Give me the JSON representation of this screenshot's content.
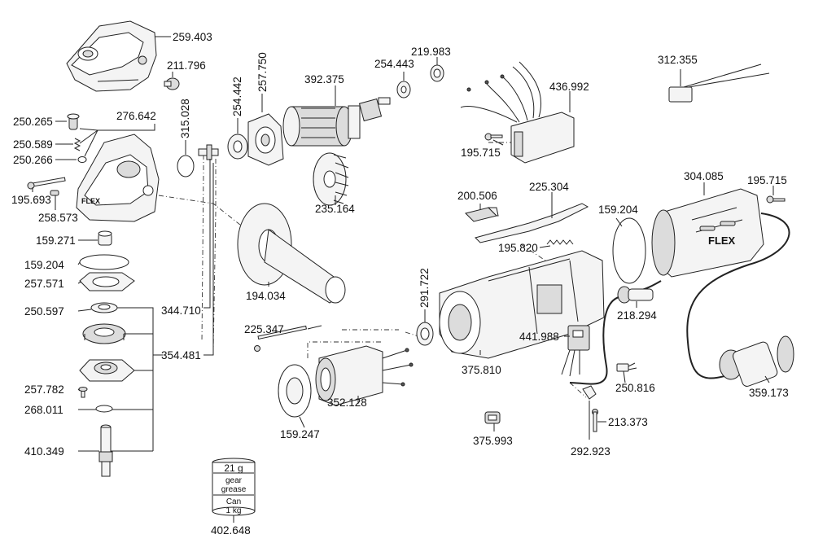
{
  "parts": {
    "p259_403": "259.403",
    "p211_796": "211.796",
    "p257_750": "257.750",
    "p254_442": "254.442",
    "p315_028": "315.028",
    "p392_375": "392.375",
    "p254_443": "254.443",
    "p219_983": "219.983",
    "p436_992": "436.992",
    "p312_355": "312.355",
    "p250_265": "250.265",
    "p276_642": "276.642",
    "p250_589": "250.589",
    "p250_266": "250.266",
    "p195_693": "195.693",
    "p258_573": "258.573",
    "p235_164": "235.164",
    "p195_715_a": "195.715",
    "p195_715_b": "195.715",
    "p304_085": "304.085",
    "p200_506": "200.506",
    "p225_304": "225.304",
    "p159_204_a": "159.204",
    "p159_204_b": "159.204",
    "p159_271": "159.271",
    "p257_571": "257.571",
    "p195_820": "195.820",
    "p194_034": "194.034",
    "p291_722": "291.722",
    "p218_294": "218.294",
    "p250_597": "250.597",
    "p344_710": "344.710",
    "p354_481": "354.481",
    "p225_347": "225.347",
    "p441_988": "441.988",
    "p375_810": "375.810",
    "p250_816": "250.816",
    "p359_173": "359.173",
    "p257_782": "257.782",
    "p268_011": "268.011",
    "p352_128": "352.128",
    "p159_247": "159.247",
    "p213_373": "213.373",
    "p375_993": "375.993",
    "p292_923": "292.923",
    "p410_349": "410.349",
    "p402_648": "402.648"
  },
  "can": {
    "weight": "21 g",
    "line1": "gear",
    "line2": "grease",
    "line3": "Can",
    "line4": "1 kg"
  },
  "brand": "FLEX"
}
